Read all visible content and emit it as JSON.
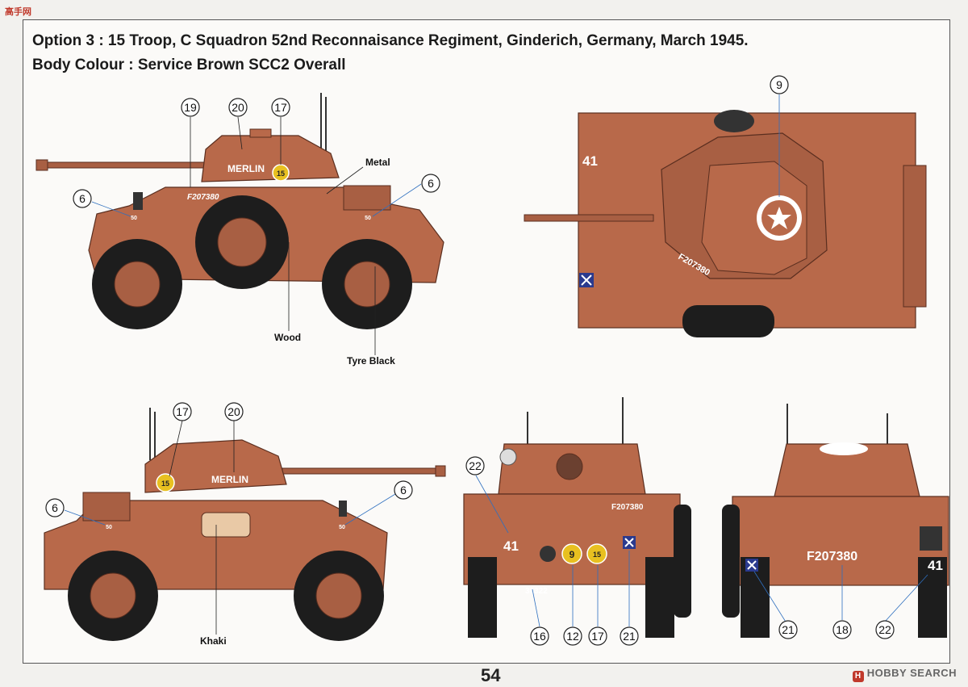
{
  "header": {
    "line1": "Option 3 : 15 Troop, C Squadron 52nd Reconnaisance Regiment, Ginderich, Germany, March 1945.",
    "line2": "Body Colour : Service Brown SCC2 Overall"
  },
  "watermark_top": "高手网",
  "page_number": "54",
  "watermark_bottom": "HOBBY SEARCH",
  "colors": {
    "body": "#b8694a",
    "body_dark": "#8d4a33",
    "tyre": "#1d1d1d"
  },
  "labels": {
    "metal": "Metal",
    "wood": "Wood",
    "tyre_black": "Tyre Black",
    "khaki": "Khaki"
  },
  "decals": {
    "name": "MERLIN",
    "serial": "F207380",
    "troop": "15",
    "sqn": "9",
    "weight": "50",
    "unit": "41",
    "bridge": "30322"
  },
  "callouts": {
    "left_side": [
      "19",
      "20",
      "17",
      "6",
      "6"
    ],
    "top": [
      "9"
    ],
    "right_side": [
      "17",
      "20",
      "6",
      "6"
    ],
    "front": [
      "22",
      "16",
      "12",
      "17",
      "21"
    ],
    "rear": [
      "21",
      "18",
      "22"
    ]
  }
}
